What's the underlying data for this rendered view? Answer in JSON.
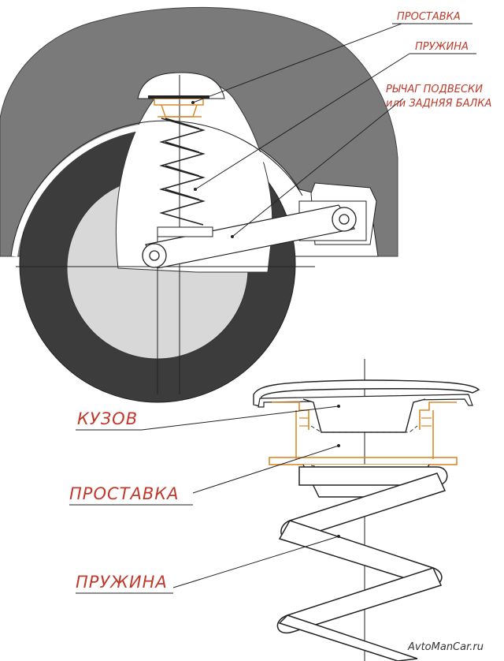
{
  "top_labels": {
    "spacer": "ПРОСТАВКА",
    "spring": "ПРУЖИНА",
    "arm_line1": "РЫЧАГ ПОДВЕСКИ",
    "arm_line2": "или ЗАДНЯЯ БАЛКА"
  },
  "bottom_labels": {
    "body": "КУЗОВ",
    "spacer": "ПРОСТАВКА",
    "spring": "ПРУЖИНА"
  },
  "watermark": "AvtoManCar.ru",
  "colors": {
    "label_red": "#c0392b",
    "spacer_orange": "#d98a2b",
    "fender_gray": "#7a7a7a",
    "tire_dark": "#3c3c3c",
    "rim_light": "#d8d8d8"
  }
}
